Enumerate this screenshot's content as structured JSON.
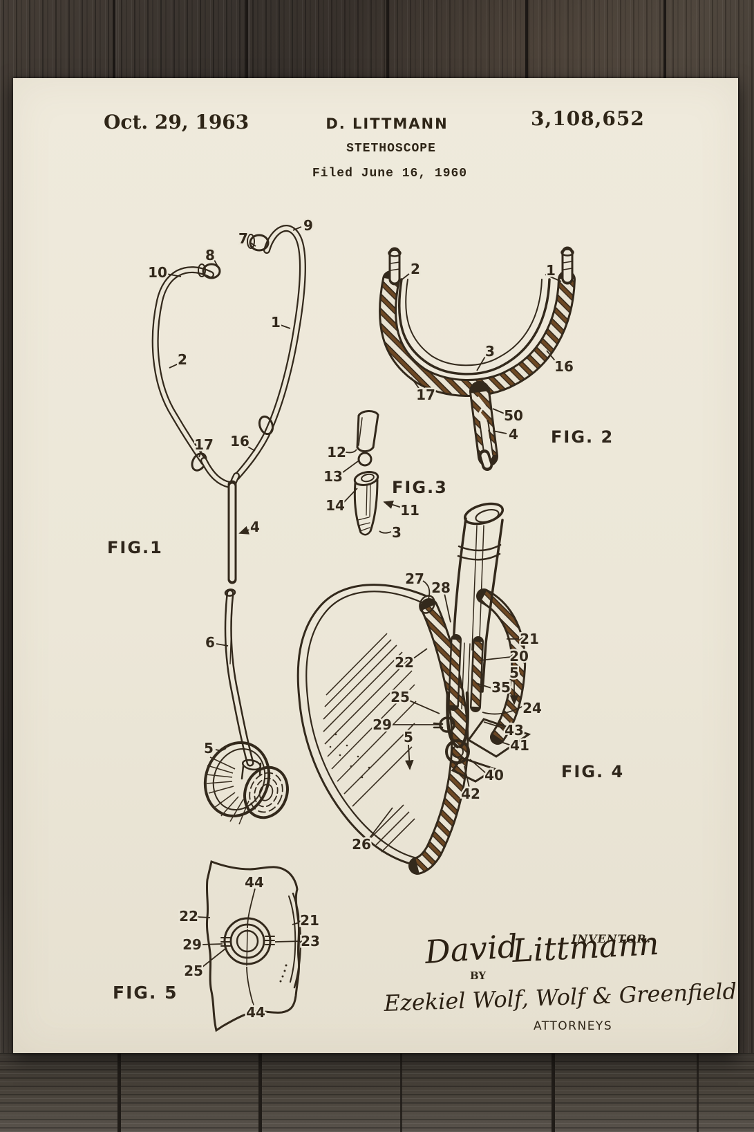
{
  "header": {
    "issue_date": "Oct. 29, 1963",
    "inventor": "D. LITTMANN",
    "invention_title": "STETHOSCOPE",
    "filed_line": "Filed June 16, 1960",
    "patent_number": "3,108,652"
  },
  "figures": {
    "fig1": {
      "caption": "FIG.1",
      "refs": {
        "n7": "7",
        "n9": "9",
        "n8": "8",
        "n10": "10",
        "n1": "1",
        "n2": "2",
        "n17": "17",
        "n16": "16",
        "n4": "4",
        "n6": "6",
        "n5": "5"
      }
    },
    "fig2": {
      "caption": "FIG. 2",
      "refs": {
        "n2": "2",
        "n1": "1",
        "n3": "3",
        "n16": "16",
        "n17": "17",
        "n50": "50",
        "n4": "4"
      }
    },
    "fig3": {
      "caption": "FIG.3",
      "refs": {
        "n12": "12",
        "n13": "13",
        "n14": "14",
        "n11": "11",
        "n3": "3"
      }
    },
    "fig4": {
      "caption": "FIG. 4",
      "refs": {
        "n27": "27",
        "n28": "28",
        "n21": "21",
        "n20": "20",
        "n5a": "5",
        "n35": "35",
        "n24": "24",
        "n25": "25",
        "n29": "29",
        "n22": "22",
        "n43": "43",
        "n41": "41",
        "n5b": "5",
        "n40": "40",
        "n42": "42",
        "n26": "26"
      }
    },
    "fig5": {
      "caption": "FIG. 5",
      "refs": {
        "n44_top": "44",
        "n22": "22",
        "n21": "21",
        "n29": "29",
        "n23": "23",
        "n25": "25",
        "n44_bottom": "44"
      }
    }
  },
  "signatures": {
    "inventor_caption": "INVENTOR.",
    "inventor_signature_first": "David",
    "inventor_signature_last": "Littmann",
    "by_label": "BY",
    "attorney_signature": "Ezekiel Wolf, Wolf & Greenfield",
    "attorneys_caption": "ATTORNEYS"
  },
  "colors": {
    "paper": "#ECE7D8",
    "ink": "#33291C",
    "engraving_brown": "#6D4824",
    "wood_dark": "#332E2A",
    "wood_mid": "#4B443C",
    "wood_light": "#57514A"
  }
}
